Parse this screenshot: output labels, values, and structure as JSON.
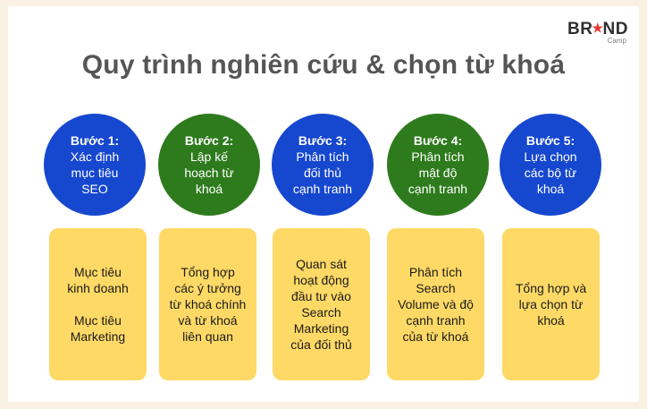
{
  "logo": {
    "brand_left": "BR",
    "brand_right": "ND",
    "sub": "Camp"
  },
  "title": "Quy trình nghiên cứu & chọn từ khoá",
  "colors": {
    "blue": "#1647cf",
    "green": "#2e7b1d",
    "box": "#ffd966",
    "title": "#555555"
  },
  "steps": [
    {
      "number": "Bước 1:",
      "name": "Xác định\nmục tiêu\nSEO",
      "detail": "Mục tiêu\nkinh doanh\n\nMục tiêu\nMarketing"
    },
    {
      "number": "Bước 2:",
      "name": "Lập kế\nhoạch từ\nkhoá",
      "detail": "Tổng hợp\ncác ý tưởng\ntừ khoá chính\nvà từ khoá\nliên quan"
    },
    {
      "number": "Bước 3:",
      "name": "Phân tích\nđối thủ\ncạnh tranh",
      "detail": "Quan sát\nhoạt động\nđầu tư vào\nSearch\nMarketing\ncủa đối thủ"
    },
    {
      "number": "Bước 4:",
      "name": "Phân tích\nmật độ\ncạnh tranh",
      "detail": "Phân tích\nSearch\nVolume và độ\ncạnh tranh\ncủa từ khoá"
    },
    {
      "number": "Bước 5:",
      "name": "Lựa chọn\ncác bộ từ\nkhoá",
      "detail": "Tổng hợp và\nlựa chọn từ\nkhoá"
    }
  ]
}
